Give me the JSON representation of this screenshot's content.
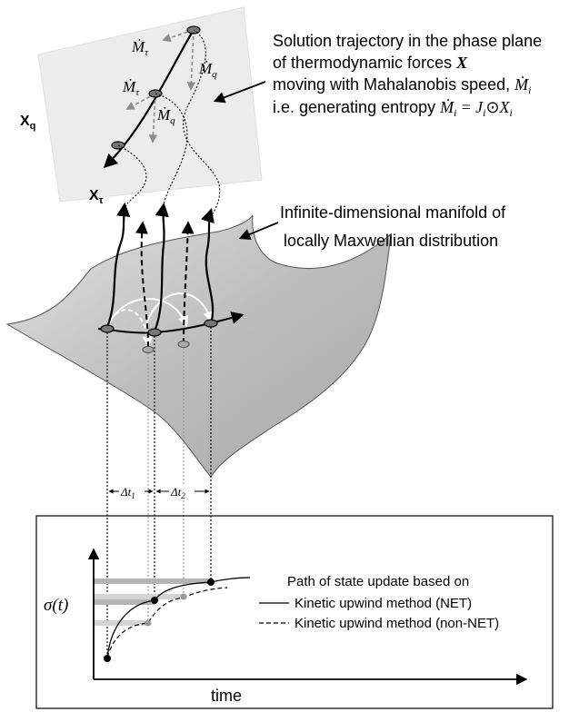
{
  "annotations": {
    "trajectory_line1": "Solution trajectory in the phase plane",
    "trajectory_line2_prefix": "of thermodynamic forces ",
    "trajectory_line2_symbol": "X",
    "trajectory_line3_prefix": "moving with Mahalanobis speed, ",
    "trajectory_line3_symbol": "Ṁ",
    "trajectory_line3_sub": "i",
    "trajectory_line4_prefix": "i.e. generating entropy ",
    "trajectory_line4_formula": "Ṁ",
    "trajectory_line4_rest": "= J",
    "trajectory_line4_odot": "⊙",
    "trajectory_line4_x": "X",
    "manifold_line1": "Infinite-dimensional manifold of",
    "manifold_line2": "locally Maxwellian distribution"
  },
  "phase_plane": {
    "axis_q_main": "X",
    "axis_q_sub": "q",
    "axis_tau_main": "X",
    "axis_tau_sub": "τ",
    "m_dot": "Ṁ",
    "sub_tau": "τ",
    "sub_q": "q"
  },
  "timeline": {
    "dt1_main": "Δt",
    "dt1_sub": "1",
    "dt2_main": "Δt",
    "dt2_sub": "2"
  },
  "chart": {
    "ylabel": "σ(t)",
    "xlabel": "time",
    "legend_title": "Path of state update based on",
    "legend_solid": "Kinetic upwind method (NET)",
    "legend_dashed": "Kinetic upwind method (non-NET)"
  },
  "colors": {
    "surface": "#c8c8c8",
    "plane": "#ececec",
    "grey_arrow": "#8c8c8c",
    "grey_band": "#b4b4b4",
    "light_band": "#d4d4d4"
  }
}
